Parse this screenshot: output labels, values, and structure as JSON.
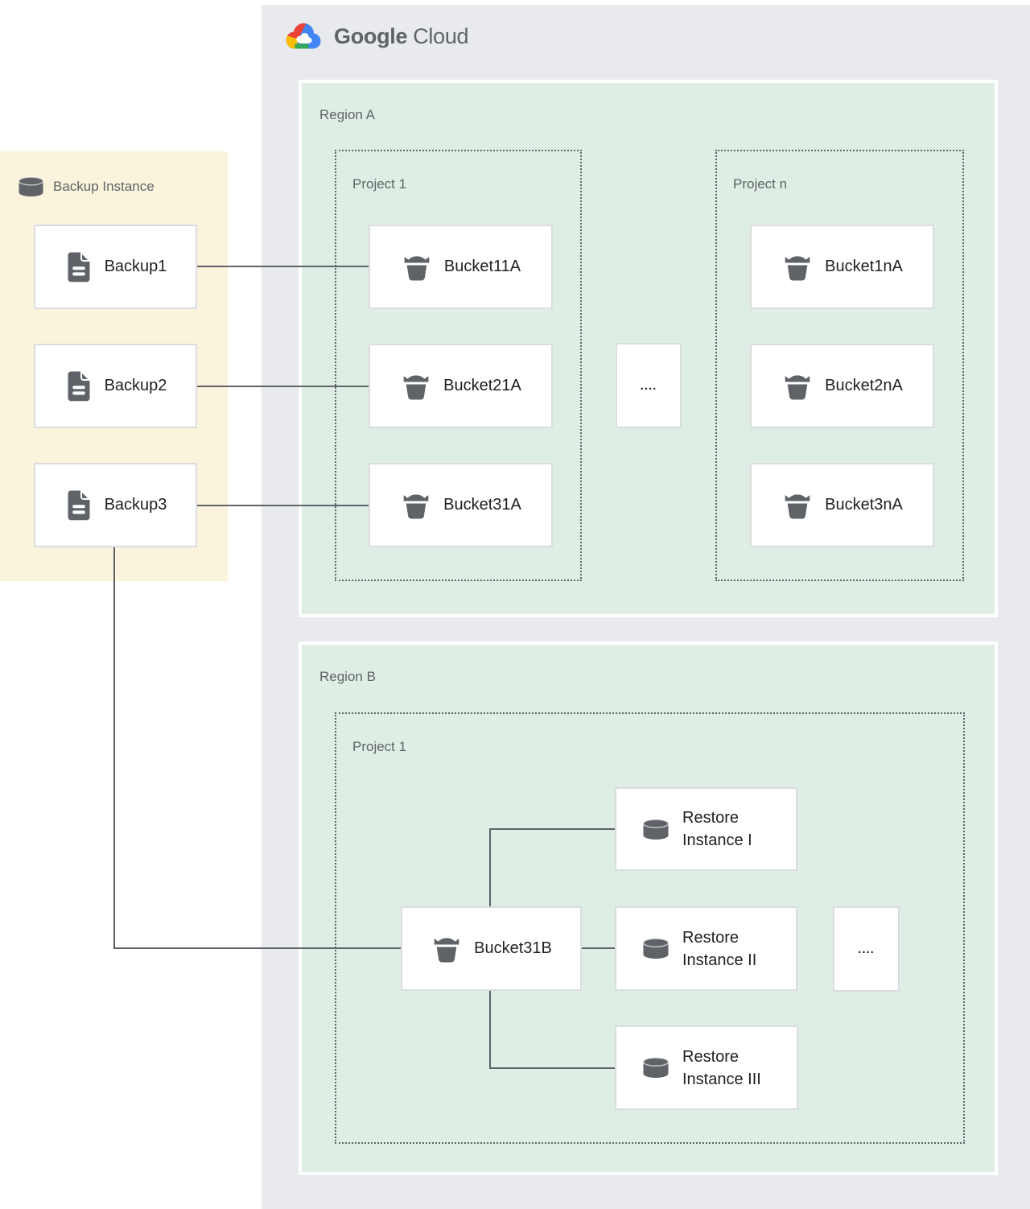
{
  "logo": {
    "brand": "Google",
    "product": "Cloud"
  },
  "palette": {
    "canvas_bg": "#FFFFFF",
    "cloud_container_bg": "#E8EAED",
    "region_bg": "#DFEEE5",
    "backup_panel_bg": "#FBF4DD",
    "node_border": "#DADCE0",
    "dashed_border": "#5F6368",
    "connector": "#5F6368",
    "muted_label_text": "#5F6368",
    "node_text": "#202124",
    "icon_gray": "#5F6368",
    "logo_blue": "#4285F4",
    "logo_red": "#EA4335",
    "logo_yellow": "#FBBC04",
    "logo_green": "#34A853"
  },
  "backup_panel": {
    "title": "Backup Instance",
    "items": [
      {
        "label": "Backup1"
      },
      {
        "label": "Backup2"
      },
      {
        "label": "Backup3"
      }
    ]
  },
  "region_a": {
    "label": "Region A",
    "project_1": {
      "label": "Project 1",
      "buckets": [
        {
          "label": "Bucket11A"
        },
        {
          "label": "Bucket21A"
        },
        {
          "label": "Bucket31A"
        }
      ]
    },
    "ellipsis": "....",
    "project_n": {
      "label": "Project n",
      "buckets": [
        {
          "label": "Bucket1nA"
        },
        {
          "label": "Bucket2nA"
        },
        {
          "label": "Bucket3nA"
        }
      ]
    }
  },
  "region_b": {
    "label": "Region B",
    "project_1": {
      "label": "Project 1",
      "bucket": {
        "label": "Bucket31B"
      },
      "restore_instances": [
        {
          "line1": "Restore",
          "line2": "Instance I"
        },
        {
          "line1": "Restore",
          "line2": "Instance II"
        },
        {
          "line1": "Restore",
          "line2": "Instance III"
        }
      ],
      "ellipsis": "...."
    }
  },
  "connections": [
    "Backup1 - Bucket11A",
    "Backup2 - Bucket21A",
    "Backup3 - Bucket31A",
    "Backup3 - Bucket31B",
    "Bucket31B - Restore Instance I",
    "Bucket31B - Restore Instance II",
    "Bucket31B - Restore Instance III"
  ]
}
